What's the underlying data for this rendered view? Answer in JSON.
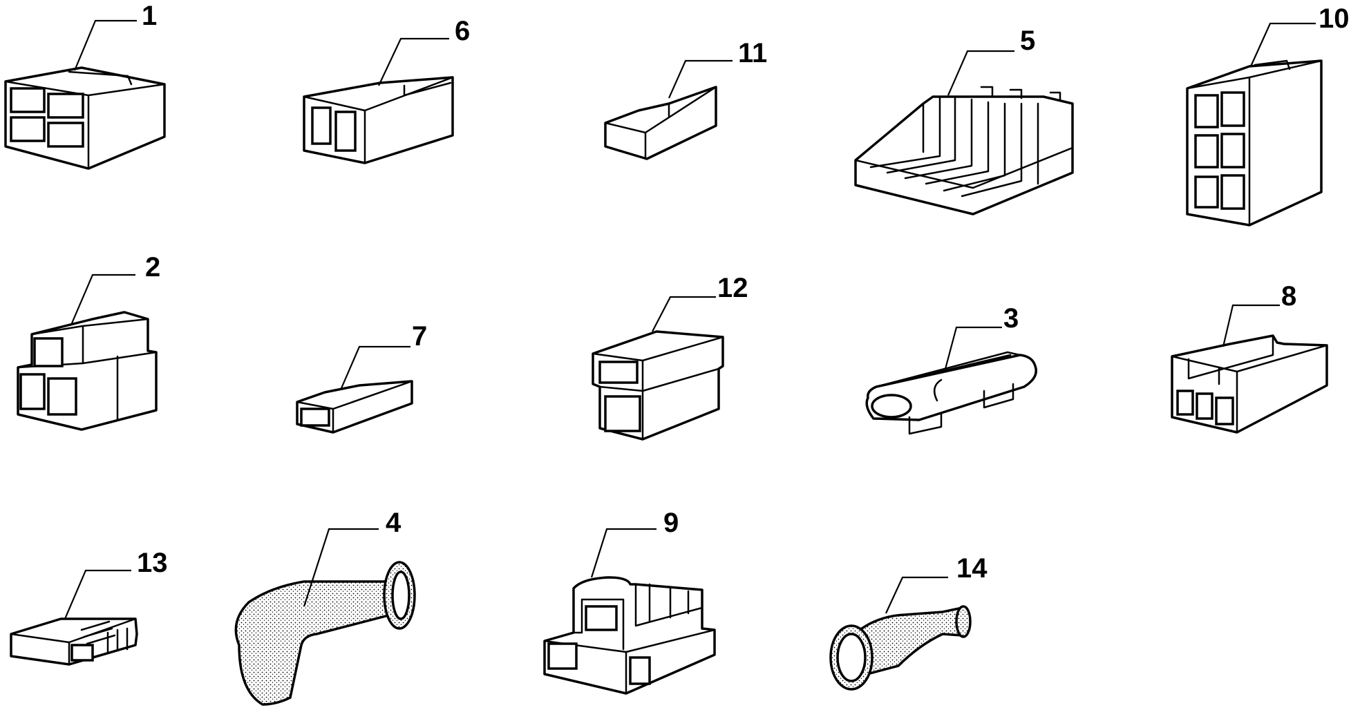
{
  "parts": [
    {
      "id": "p1",
      "label": "1"
    },
    {
      "id": "p6",
      "label": "6"
    },
    {
      "id": "p11",
      "label": "11"
    },
    {
      "id": "p5",
      "label": "5"
    },
    {
      "id": "p10",
      "label": "10"
    },
    {
      "id": "p2",
      "label": "2"
    },
    {
      "id": "p7",
      "label": "7"
    },
    {
      "id": "p12",
      "label": "12"
    },
    {
      "id": "p3",
      "label": "3"
    },
    {
      "id": "p8",
      "label": "8"
    },
    {
      "id": "p13",
      "label": "13"
    },
    {
      "id": "p4",
      "label": "4"
    },
    {
      "id": "p9",
      "label": "9"
    },
    {
      "id": "p14",
      "label": "14"
    }
  ]
}
